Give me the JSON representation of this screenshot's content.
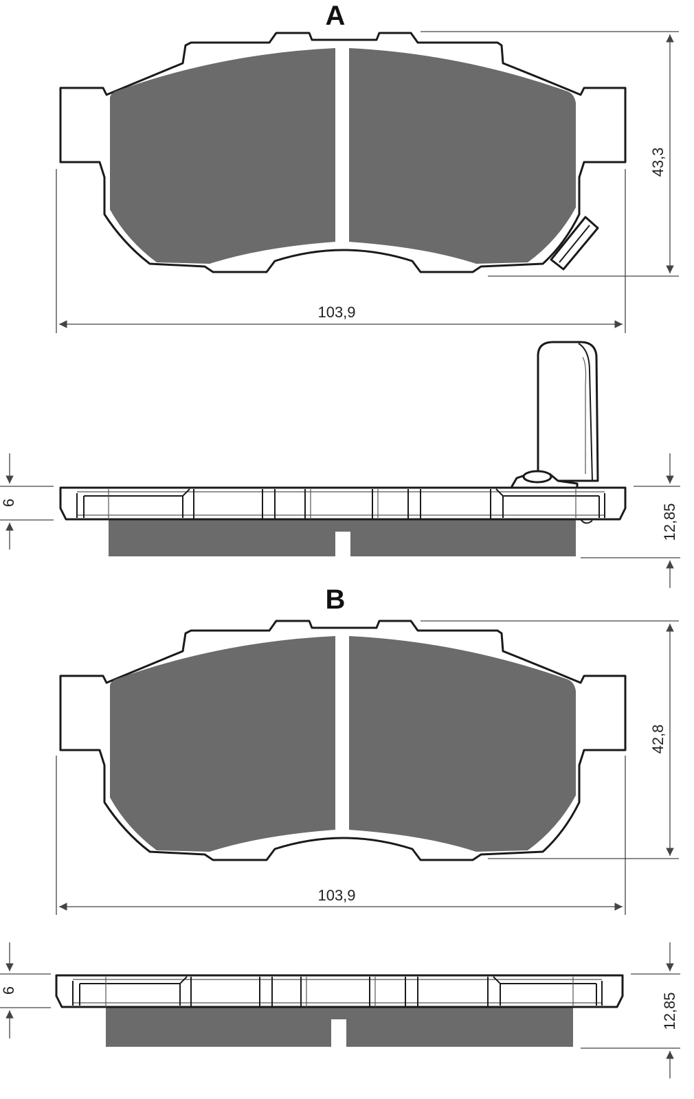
{
  "pads": [
    {
      "label": "A",
      "width": "103,9",
      "height": "43,3",
      "backing_thickness": "6",
      "total_thickness": "12,85"
    },
    {
      "label": "B",
      "width": "103,9",
      "height": "42,8",
      "backing_thickness": "6",
      "total_thickness": "12,85"
    }
  ],
  "colors": {
    "friction_material": "#6b6b6b",
    "outline": "#1a1a1a",
    "dimension_lines": "#444444"
  }
}
